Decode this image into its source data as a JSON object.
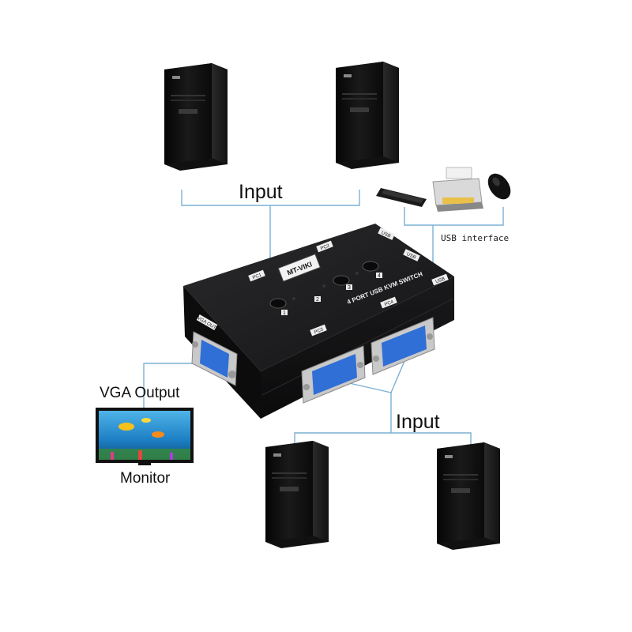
{
  "labels": {
    "input_top": "Input",
    "input_bottom": "Input",
    "usb_interface": "USB interface",
    "vga_output": "VGA Output",
    "monitor": "Monitor"
  },
  "device": {
    "brand": "MT-VIKI",
    "model_text": "4 PORT USB KVM SWITCH",
    "port_labels": [
      "PC1",
      "PC2",
      "PC3",
      "PC4",
      "VGA OUT",
      "USB",
      "USB",
      "USB"
    ],
    "button_numbers": [
      "1",
      "2",
      "3",
      "4"
    ]
  },
  "colors": {
    "wire": "#7ab0d4",
    "device_body": "#1c1c1e",
    "vga_port": "#2f6fd6"
  }
}
